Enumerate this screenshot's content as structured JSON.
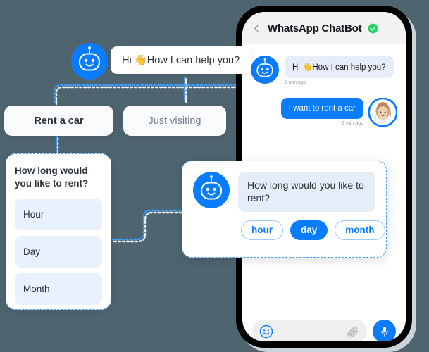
{
  "canvas": {
    "background": "#4e646e",
    "accent": "#0a7cff",
    "verified_color": "#25d366"
  },
  "phone": {
    "header": {
      "back_icon": "chevron-left-icon",
      "title": "WhatsApp ChatBot",
      "verified_icon": "verified-check-icon"
    },
    "messages": [
      {
        "from": "bot",
        "text": "Hi 👋How I can help you?",
        "time": "1 min ago",
        "avatar": "robot-avatar"
      },
      {
        "from": "user",
        "text": "I want to rent a car",
        "time": "2 min ago",
        "avatar": "woman-avatar"
      }
    ],
    "input_bar": {
      "emoji_icon": "smiley-icon",
      "attach_icon": "paperclip-icon",
      "mic_icon": "microphone-icon",
      "placeholder": ""
    }
  },
  "flow": {
    "greeting": {
      "avatar": "robot-avatar",
      "text": "Hi 👋How I can help you?"
    },
    "options": [
      {
        "label": "Rent a car",
        "selected": true
      },
      {
        "label": "Just visiting",
        "selected": false
      }
    ],
    "card": {
      "title": "How long would you like to rent?",
      "items": [
        {
          "label": "Hour"
        },
        {
          "label": "Day"
        },
        {
          "label": "Month"
        }
      ]
    }
  },
  "chat_card": {
    "avatar": "robot-avatar",
    "message": "How long would you like to rent?",
    "chips": [
      {
        "label": "hour",
        "selected": false
      },
      {
        "label": "day",
        "selected": true
      },
      {
        "label": "month",
        "selected": false
      }
    ]
  }
}
